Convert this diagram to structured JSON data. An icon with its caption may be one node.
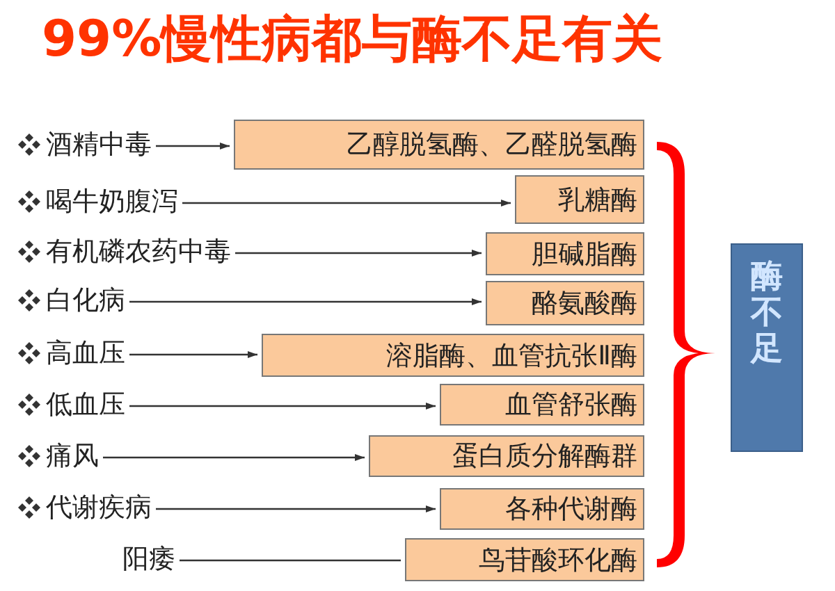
{
  "diagram": {
    "title": "99%慢性病都与酶不足有关",
    "nodes": [
      {
        "text": [
          "酒精中毒"
        ]
      },
      {
        "text": [
          "乙醇脱氢酶、乙醛脱氢酶"
        ]
      },
      {
        "text": [
          "喝牛奶腹泻"
        ]
      },
      {
        "text": [
          "乳糖酶"
        ]
      },
      {
        "text": [
          "有机磷农药中毒"
        ]
      },
      {
        "text": [
          "胆碱脂酶"
        ]
      },
      {
        "text": [
          "白化病"
        ]
      },
      {
        "text": [
          "酪氨酸酶"
        ]
      },
      {
        "text": [
          "高血压"
        ]
      },
      {
        "text": [
          "溶脂酶、血管抗张Ⅱ酶"
        ]
      },
      {
        "text": [
          "低血压"
        ]
      },
      {
        "text": [
          "血管舒张酶"
        ]
      },
      {
        "text": [
          "痛风"
        ]
      },
      {
        "text": [
          "蛋白质分解酶群"
        ]
      },
      {
        "text": [
          "代谢疾病"
        ]
      },
      {
        "text": [
          "各种代谢酶"
        ]
      },
      {
        "text": [
          "阳痿"
        ]
      },
      {
        "text": [
          "鸟苷酸环化酶"
        ]
      },
      {
        "text": [
          "酶不足"
        ]
      }
    ],
    "edges": [
      {
        "from": 0,
        "to": 1,
        "arrow": "to"
      },
      {
        "from": 2,
        "to": 3,
        "arrow": "to"
      },
      {
        "from": 4,
        "to": 5,
        "arrow": "to"
      },
      {
        "from": 6,
        "to": 7,
        "arrow": "to"
      },
      {
        "from": 8,
        "to": 9,
        "arrow": "to"
      },
      {
        "from": 10,
        "to": 11,
        "arrow": "to"
      },
      {
        "from": 12,
        "to": 13,
        "arrow": "to"
      },
      {
        "from": 14,
        "to": 15,
        "arrow": "to"
      },
      {
        "from": 16,
        "to": 17,
        "arrow": "none"
      }
    ]
  }
}
